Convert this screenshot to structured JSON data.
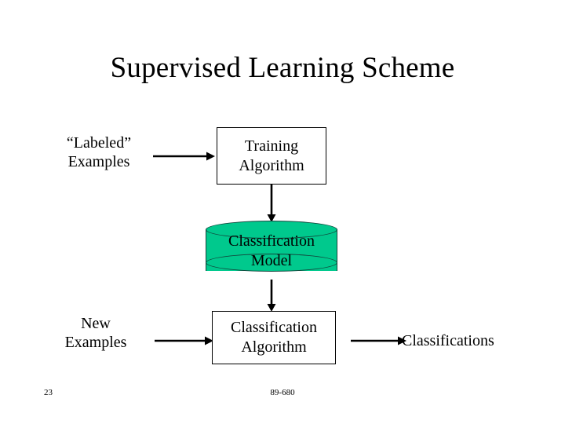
{
  "slide": {
    "title": "Supervised Learning Scheme",
    "page_number": "23",
    "footer_code": "89-680",
    "background_color": "#ffffff",
    "text_color": "#000000"
  },
  "diagram": {
    "type": "flowchart",
    "nodes": [
      {
        "id": "labeled-examples",
        "shape": "text",
        "label": "“Labeled”\nExamples"
      },
      {
        "id": "training-algorithm",
        "shape": "rectangle",
        "label": "Training\nAlgorithm"
      },
      {
        "id": "classification-model",
        "shape": "cylinder",
        "label": "Classification\nModel",
        "fill_color": "#00c98d",
        "stroke_color": "#13433a"
      },
      {
        "id": "new-examples",
        "shape": "text",
        "label": "New\nExamples"
      },
      {
        "id": "classification-algorithm",
        "shape": "rectangle",
        "label": "Classification\nAlgorithm"
      },
      {
        "id": "classifications",
        "shape": "text",
        "label": "Classifications"
      }
    ],
    "edges": [
      {
        "from": "labeled-examples",
        "to": "training-algorithm",
        "direction": "right"
      },
      {
        "from": "training-algorithm",
        "to": "classification-model",
        "direction": "down"
      },
      {
        "from": "classification-model",
        "to": "classification-algorithm",
        "direction": "down"
      },
      {
        "from": "new-examples",
        "to": "classification-algorithm",
        "direction": "right"
      },
      {
        "from": "classification-algorithm",
        "to": "classifications",
        "direction": "right"
      }
    ]
  }
}
